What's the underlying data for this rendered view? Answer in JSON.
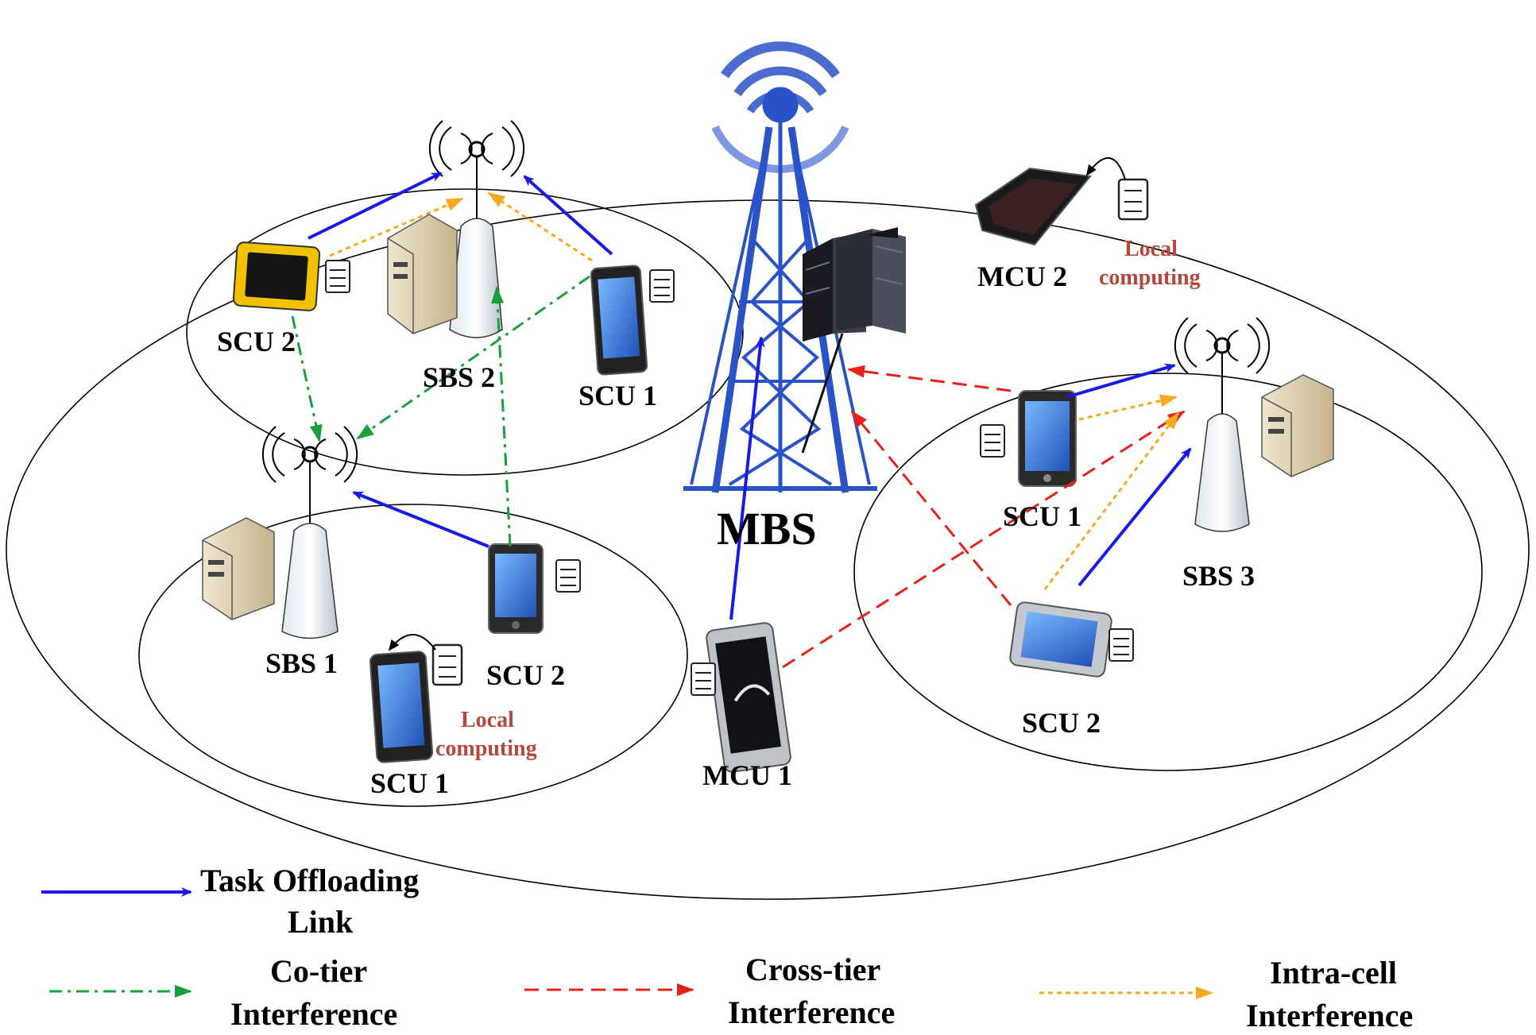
{
  "labels": {
    "mbs": "MBS",
    "mcu1": "MCU 1",
    "mcu2": "MCU 2",
    "sbs1": "SBS 1",
    "sbs2": "SBS 2",
    "sbs3": "SBS 3",
    "cell1_scu1": "SCU 1",
    "cell1_scu2": "SCU 2",
    "cell2_scu1": "SCU 1",
    "cell2_scu2": "SCU 2",
    "cell3_scu1": "SCU 1",
    "cell3_scu2": "SCU 2",
    "local1_line1": "Local",
    "local1_line2": "computing",
    "local2_line1": "Local",
    "local2_line2": "computing"
  },
  "legend": {
    "offload_line1": "Task Offloading",
    "offload_line2": "Link",
    "cotier_line1": "Co-tier",
    "cotier_line2": "Interference",
    "crosstier_line1": "Cross-tier",
    "crosstier_line2": "Interference",
    "intracell_line1": "Intra-cell",
    "intracell_line2": "Interference"
  },
  "colors": {
    "offload": "#1a1ae6",
    "cotier": "#1aa03a",
    "crosstier": "#e8201c",
    "intracell": "#f5a91e",
    "local_text": "#b5473d",
    "tower": "#2a52c9"
  }
}
